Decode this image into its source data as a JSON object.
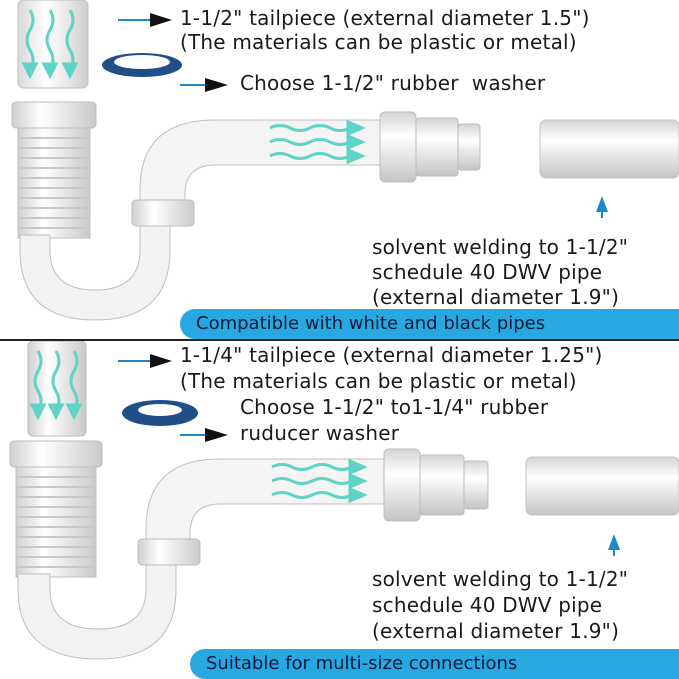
{
  "colors": {
    "accent": "#27a8e0",
    "flow_arrow": "#5fd4c4",
    "washer": "#1f4f86",
    "pipe": "#f4f4f4",
    "pointer_arrow": "#1c88c8"
  },
  "panel_top": {
    "tailpiece_line1": "1-1/2\" tailpiece (external diameter 1.5\")",
    "tailpiece_line2": "(The materials can be plastic or metal)",
    "washer_line1": "Choose 1-1/2\" rubber  washer",
    "weld_line1": "solvent welding to 1-1/2\"",
    "weld_line2": "schedule 40 DWV pipe",
    "weld_line3": "(external diameter 1.9\")",
    "banner": "Compatible with white and black pipes"
  },
  "panel_bottom": {
    "tailpiece_line1": "1-1/4\" tailpiece (external diameter 1.25\")",
    "tailpiece_line2": "(The materials can be plastic or metal)",
    "washer_line1": "Choose 1-1/2\" to1-1/4\" rubber",
    "washer_line2": "ruducer washer",
    "weld_line1": "solvent welding to 1-1/2\"",
    "weld_line2": "schedule 40 DWV pipe",
    "weld_line3": "(external diameter 1.9\")",
    "banner": "Suitable for multi-size connections"
  }
}
